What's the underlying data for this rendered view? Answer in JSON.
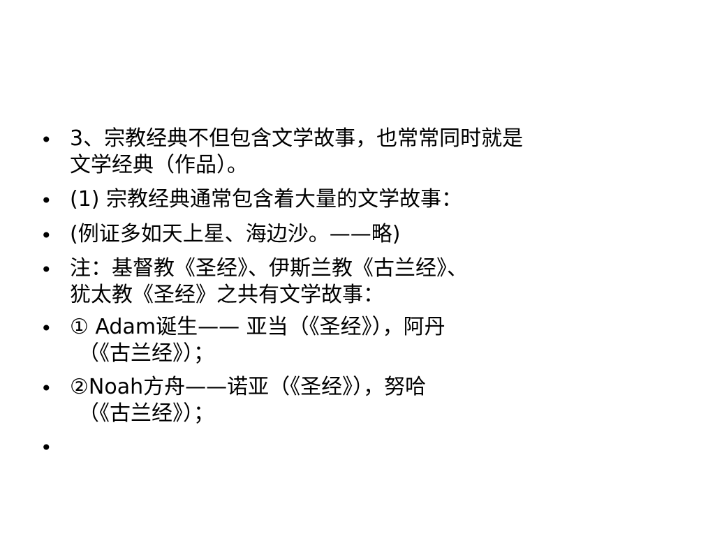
{
  "slide": {
    "bullet_glyph": "•",
    "items": [
      {
        "lines": [
          "3、宗教经典不但包含文学故事，也常常同时就是",
          "文学经典（作品）。"
        ]
      },
      {
        "lines": [
          " (1) 宗教经典通常包含着大量的文学故事："
        ]
      },
      {
        "lines": [
          "       (例证多如天上星、海边沙。——略)"
        ]
      },
      {
        "lines": [
          "       注：基督教《圣经》、伊斯兰教《古兰经》、",
          "犹太教《圣经》之共有文学故事："
        ]
      },
      {
        "lines": [
          "     ① Adam诞生——  亚当（《圣经》），阿丹",
          "（《古兰经》）；"
        ]
      },
      {
        "lines": [
          "     ②Noah方舟——诺亚（《圣经》），努哈",
          "（《古兰经》）；"
        ]
      },
      {
        "lines": []
      }
    ]
  }
}
